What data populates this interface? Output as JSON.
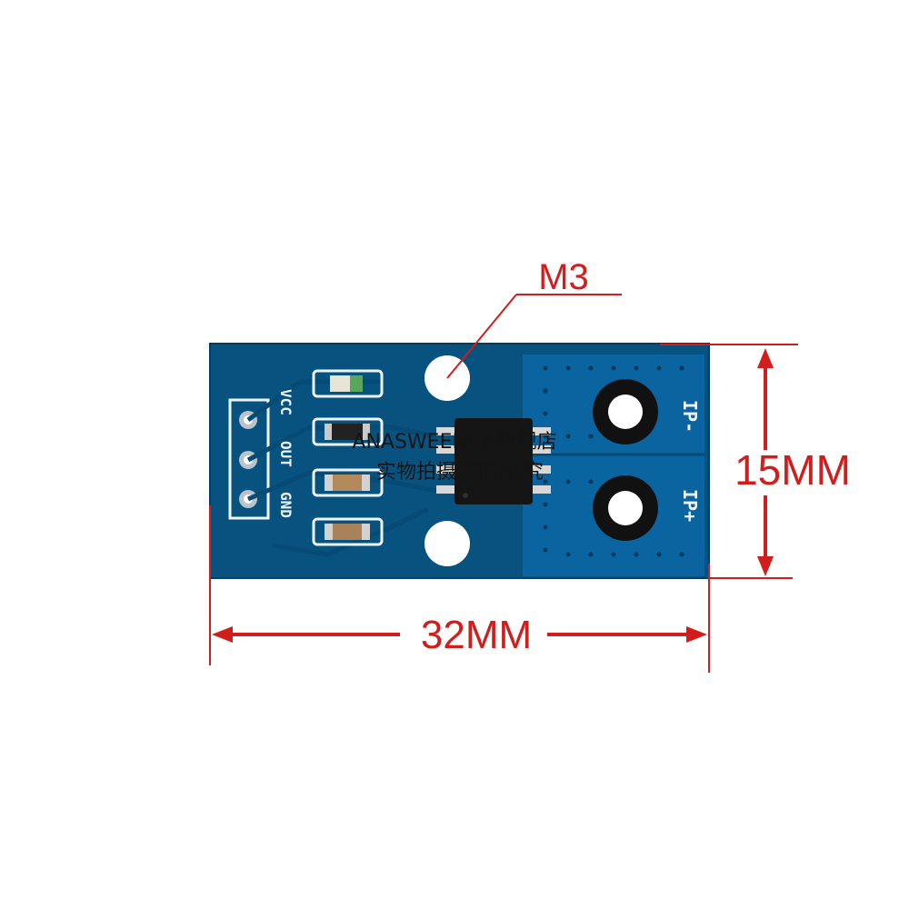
{
  "annotations": {
    "hole_label": "M3",
    "height_label": "15MM",
    "width_label": "32MM"
  },
  "board": {
    "pins": [
      "VCC",
      "OUT",
      "GND"
    ],
    "terminals": [
      "IP-",
      "IP+"
    ]
  },
  "watermark": {
    "line1": "ANASWEENEY-旗舰店",
    "line2": "实物拍摄-盗图必究"
  },
  "colors": {
    "pcb": "#07527e",
    "pcb_dark": "#033c60",
    "silkscreen": "#eef4fb",
    "dimension": "#d21d1d",
    "background": "#ffffff"
  }
}
